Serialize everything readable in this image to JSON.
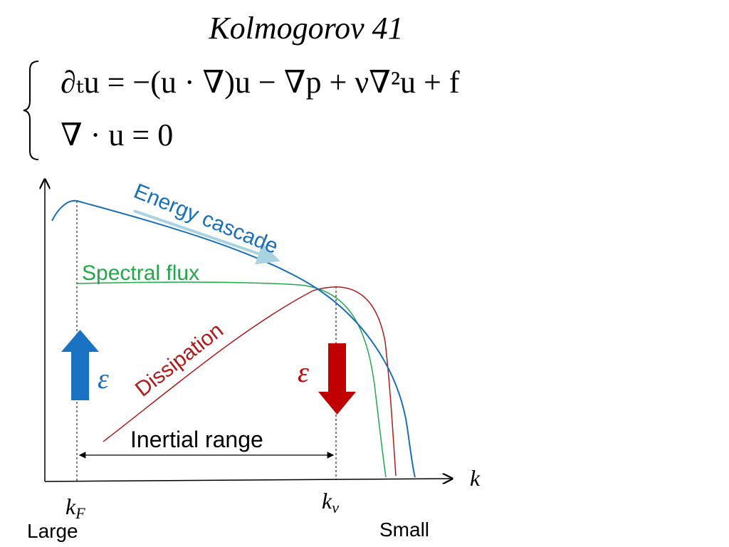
{
  "title": "Kolmogorov 41",
  "equations": {
    "momentum": "∂ₜu = −(u · ∇)u − ∇p + ν∇²u + f",
    "continuity": "∇ · u = 0"
  },
  "labels": {
    "energy_cascade": "Energy cascade",
    "spectral_flux": "Spectral flux",
    "dissipation": "Dissipation",
    "inertial_range": "Inertial range",
    "epsilon_left": "ε",
    "epsilon_right": "ε",
    "k_axis": "k",
    "k_F": "k",
    "k_F_sub": "F",
    "k_nu": "k",
    "k_nu_sub": "ν",
    "large": "Large",
    "small": "Small"
  },
  "colors": {
    "energy": "#1a6fb8",
    "flux": "#22a84a",
    "dissipation": "#b01c1c",
    "arrow_up": "#1a72c2",
    "arrow_down": "#c00000",
    "cascade_arrow": "#a9d3e0"
  }
}
